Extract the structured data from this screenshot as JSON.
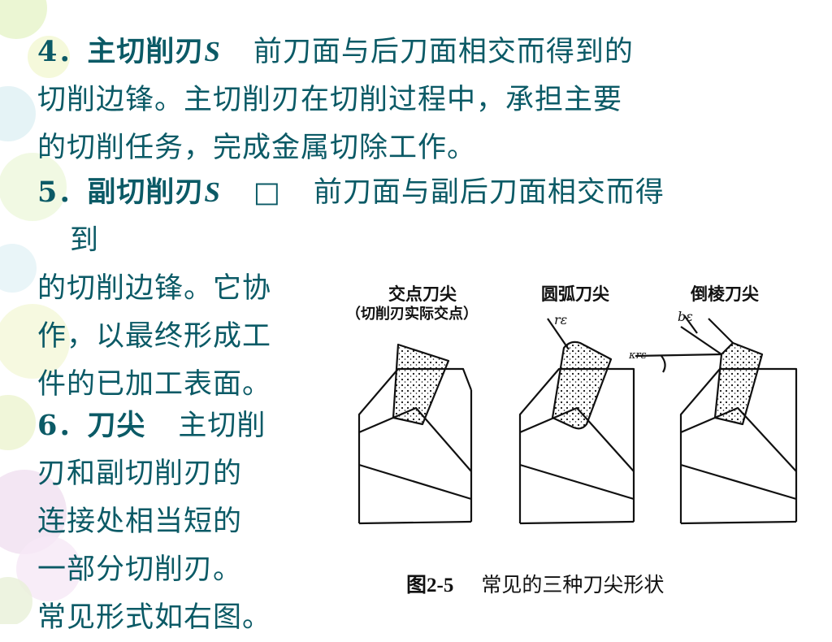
{
  "p4": {
    "num": "4．",
    "term": "主切削刃",
    "symbol": "S",
    "line1": "前刀面与后刀面相交而得到的",
    "line2": "切削边锋。主切削刃在切削过程中，承担主要",
    "line3": "的切削任务，完成金属切除工作。"
  },
  "p5": {
    "num": "5．",
    "term": "副切削刃",
    "symbol": "S",
    "box": "□",
    "line1": "前刀面与副后刀面相交而得",
    "line1b": "到",
    "line2": "的切削边锋。它协",
    "line3": "作，以最终形成工",
    "line4": "件的已加工表面。"
  },
  "p6": {
    "num": "6．",
    "term": "刀尖",
    "line1": "主切削",
    "line2": "刃和副切削刃的",
    "line3": "连接处相当短的",
    "line4": "一部分切削刃。",
    "line5": "常见形式如右图。"
  },
  "figure": {
    "label1": "交点刀尖",
    "label1_sub": "（切削刃实际交点）",
    "label2": "圆弧刀尖",
    "label3": "倒棱刀尖",
    "symbol_r": "rε",
    "symbol_b": "bε",
    "symbol_k": "κrε",
    "caption_fig": "图2-5",
    "caption_text": "常见的三种刀尖形状"
  }
}
